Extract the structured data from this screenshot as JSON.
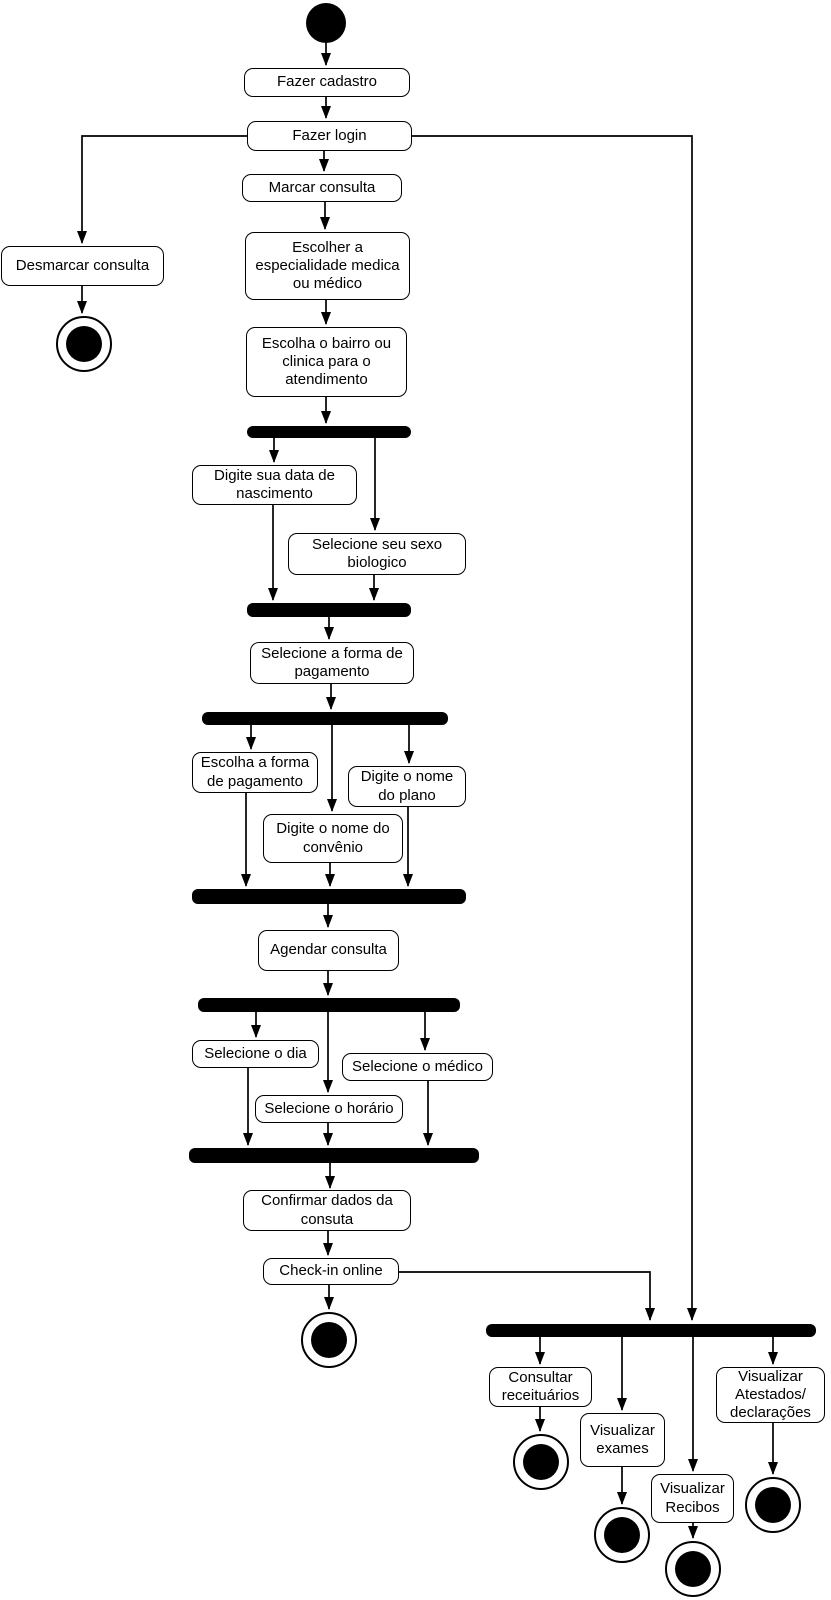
{
  "diagram": {
    "type": "uml-activity-diagram",
    "language": "pt-BR",
    "colors": {
      "stroke": "#000000",
      "node_fill": "#ffffff",
      "node_border": "#000000",
      "sync_bar_fill": "#000000",
      "background": "#ffffff"
    },
    "nodes": [
      {
        "id": "fazer-cadastro",
        "label": "Fazer cadastro"
      },
      {
        "id": "fazer-login",
        "label": "Fazer login"
      },
      {
        "id": "marcar-consulta",
        "label": "Marcar consulta"
      },
      {
        "id": "desmarcar-consulta",
        "label": "Desmarcar consulta"
      },
      {
        "id": "escolher-especialidade",
        "label": "Escolher a especialidade medica ou médico"
      },
      {
        "id": "escolha-bairro",
        "label": "Escolha o bairro ou clinica para o atendimento"
      },
      {
        "id": "digite-data-nascimento",
        "label": "Digite sua data de nascimento"
      },
      {
        "id": "selecione-sexo",
        "label": "Selecione seu sexo biologico"
      },
      {
        "id": "selecione-forma-pagamento",
        "label": "Selecione a forma de pagamento"
      },
      {
        "id": "escolha-forma-pagamento",
        "label": "Escolha a forma de pagamento"
      },
      {
        "id": "digite-nome-plano",
        "label": "Digite o nome do plano"
      },
      {
        "id": "digite-nome-convenio",
        "label": "Digite o nome do convênio"
      },
      {
        "id": "agendar-consulta",
        "label": "Agendar consulta"
      },
      {
        "id": "selecione-dia",
        "label": "Selecione o dia"
      },
      {
        "id": "selecione-medico",
        "label": "Selecione o médico"
      },
      {
        "id": "selecione-horario",
        "label": "Selecione o horário"
      },
      {
        "id": "confirmar-dados-consulta",
        "label": "Confirmar dados da consuta"
      },
      {
        "id": "checkin-online",
        "label": "Check-in online"
      },
      {
        "id": "consultar-receituarios",
        "label": "Consultar receituários"
      },
      {
        "id": "visualizar-exames",
        "label": "Visualizar exames"
      },
      {
        "id": "visualizar-recibos",
        "label": "Visualizar Recibos"
      },
      {
        "id": "visualizar-atestados",
        "label": "Visualizar Atestados/ declarações"
      }
    ]
  }
}
